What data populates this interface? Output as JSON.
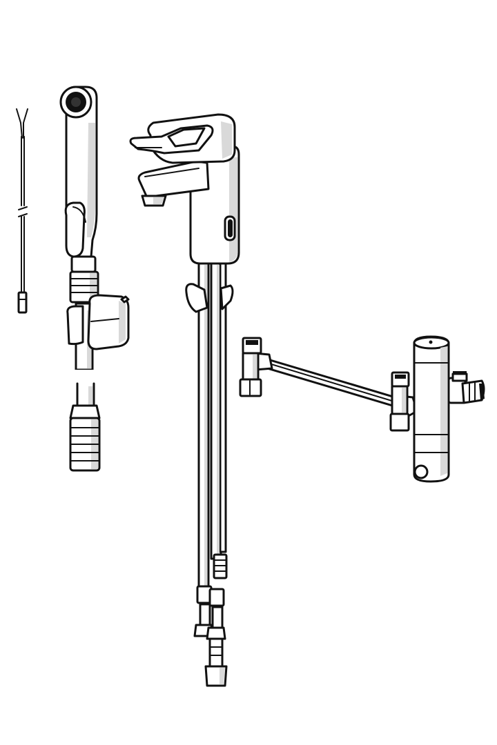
{
  "figure": {
    "background": "#ffffff",
    "line_color": "#111111",
    "shade_color": "#d9d9d9",
    "components": [
      "sensor-cable",
      "hand-shower-with-hose-and-holder",
      "sensor-basin-faucet-with-flex-hoses",
      "thermostatic-mixing-valve-with-connection-pipe"
    ]
  }
}
